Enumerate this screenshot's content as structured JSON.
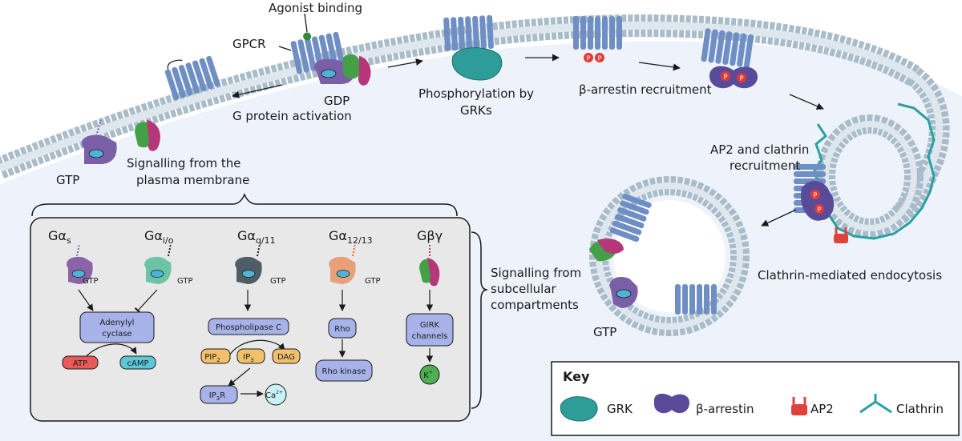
{
  "labels": {
    "agonist_binding": "Agonist binding",
    "gpcr": "GPCR",
    "gdp": "GDP",
    "g_protein_activation": "G protein activation",
    "phosphorylation_line1": "Phosphorylation by",
    "phosphorylation_line2": "GRKs",
    "arrestin_recruitment": "β-arrestin recruitment",
    "ap2_clathrin_line1": "AP2 and clathrin",
    "ap2_clathrin_line2": "recruitment",
    "clathrin_endocytosis": "Clathrin-mediated endocytosis",
    "gtp_left": "GTP",
    "gtp_vesicle": "GTP",
    "signalling_pm_line1": "Signalling from the",
    "signalling_pm_line2": "plasma membrane",
    "signalling_sub_line1": "Signalling from",
    "signalling_sub_line2": "subcellular",
    "signalling_sub_line3": "compartments",
    "p": "P"
  },
  "panel": {
    "columns": [
      {
        "head": "Gαs",
        "head_main": "Gα",
        "head_sub": "s",
        "gtp": "GTP",
        "color": "#8a63a8"
      },
      {
        "head": "Gαi/o",
        "head_main": "Gα",
        "head_sub": "i/o",
        "gtp": "GTP",
        "color": "#6cc4a6"
      },
      {
        "head": "Gαq/11",
        "head_main": "Gα",
        "head_sub": "q/11",
        "gtp": "GTP",
        "color": "#4f5d66"
      },
      {
        "head": "Gα12/13",
        "head_main": "Gα",
        "head_sub": "12/13",
        "gtp": "GTP",
        "color": "#e8a07a"
      },
      {
        "head": "Gβγ",
        "head_main": "Gβγ",
        "head_sub": "",
        "gtp": "",
        "color": "#5aa85a"
      }
    ],
    "nodes": {
      "adenylyl_line1": "Adenylyl",
      "adenylyl_line2": "cyclase",
      "atp": "ATP",
      "camp": "cAMP",
      "plc": "Phospholipase C",
      "pip2_main": "PIP",
      "pip2_sub": "2",
      "ip3_main": "IP",
      "ip3_sub": "3",
      "dag": "DAG",
      "ip3r_main": "IP",
      "ip3r_sub": "3",
      "ip3r_tail": "R",
      "ca_main": "Ca",
      "ca_sup": "2+",
      "rho": "Rho",
      "rho_kinase": "Rho kinase",
      "girk_line1": "GIRK",
      "girk_line2": "channels",
      "k_main": "K",
      "k_sup": "+"
    }
  },
  "key": {
    "title": "Key",
    "items": [
      {
        "label": "GRK",
        "icon": "grk-icon",
        "color": "#2e9c99"
      },
      {
        "label": "β-arrestin",
        "icon": "arrestin-icon",
        "color": "#5a4a9a"
      },
      {
        "label": "AP2",
        "icon": "ap2-icon",
        "color": "#e0413d"
      },
      {
        "label": "Clathrin",
        "icon": "clathrin-icon",
        "color": "#2aa0a4"
      }
    ]
  },
  "colors": {
    "membrane": "#a9bcc9",
    "receptor": "#6f8fc4",
    "cytoplasm": "#eef3fb",
    "gprotein_alpha": "#7b5ea8",
    "gprotein_beta": "#43a047",
    "gprotein_gamma": "#b5377a",
    "grk": "#2e9c99",
    "arrestin": "#5a4a9a",
    "phospho": "#e53935",
    "ap2": "#e0413d",
    "clathrin": "#2aa0a4",
    "panel_bg": "#e8e8e8"
  }
}
